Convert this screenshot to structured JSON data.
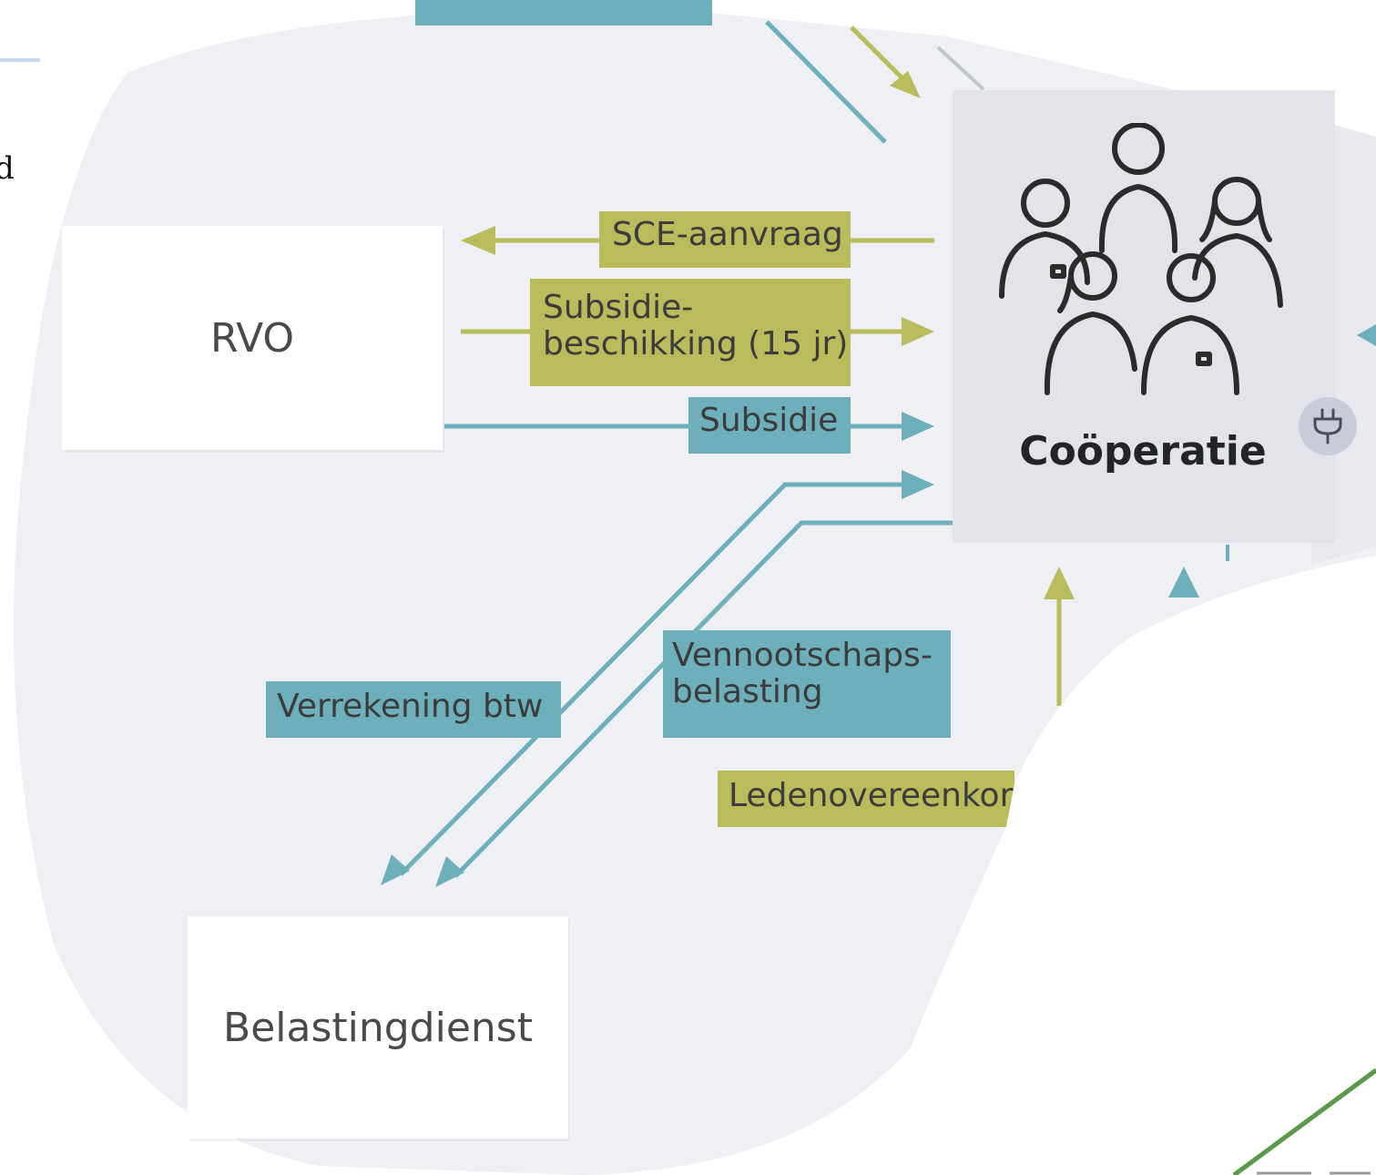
{
  "diagram": {
    "nodes": {
      "rvo": "RVO",
      "belastingdienst": "Belastingdienst",
      "cooperatie": "Coöperatie"
    },
    "labels": {
      "sce_aanvraag": "SCE-aanvraag",
      "subsidie_beschikking_line1": "Subsidie-",
      "subsidie_beschikking_line2": "beschikking (15 jr)",
      "subsidie": "Subsidie",
      "verrekening_btw": "Verrekening btw",
      "vennootschaps_line1": "Vennootschaps-",
      "vennootschaps_line2": "belasting",
      "ledenovereenkomst": "Ledenovereenkor"
    },
    "edge_text": "d"
  },
  "colors": {
    "olive": "#b8bc5a",
    "teal": "#6db0bb",
    "background_blob": "#eef0f3",
    "cooperatie_panel": "#e2e4ea",
    "green_line": "#5b9a4a"
  },
  "icons": [
    "people-group-icon",
    "plug-icon"
  ]
}
